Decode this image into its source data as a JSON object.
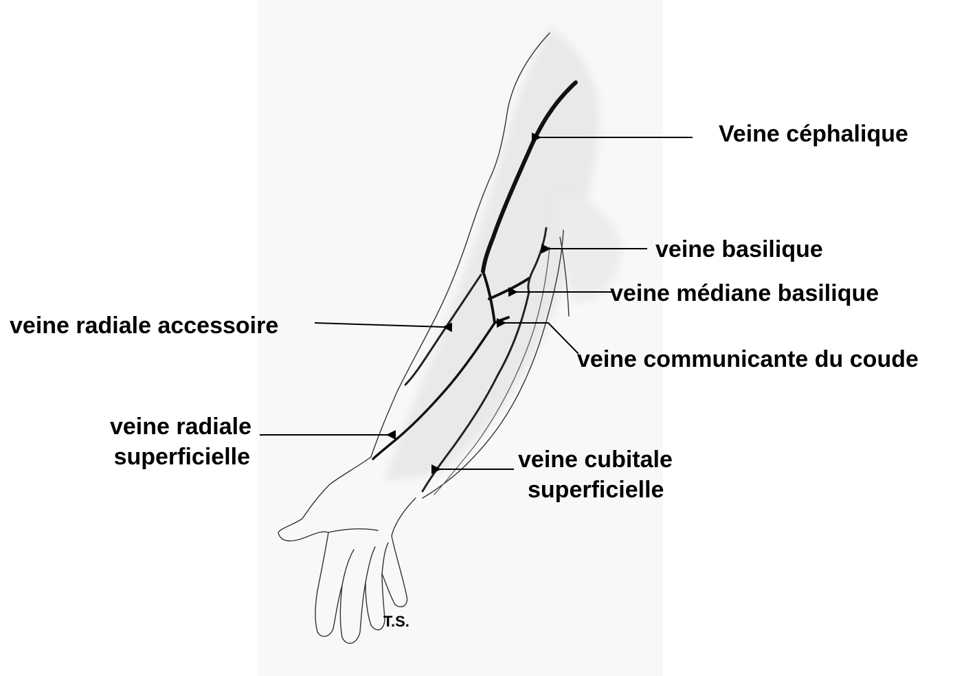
{
  "colors": {
    "background": "#ffffff",
    "text": "#000000",
    "vein": "#111111",
    "skin_shade": "#e6e6e6",
    "paper": "#f7f7f7"
  },
  "labels": {
    "cephalique": "Veine céphalique",
    "basilique": "veine basilique",
    "mediane_basilique": "veine médiane basilique",
    "radiale_accessoire": "veine radiale accessoire",
    "communicante": "veine communicante du coude",
    "radiale_superficielle_1": "veine radiale",
    "radiale_superficielle_2": "superficielle",
    "cubitale_superficielle_1": "veine cubitale",
    "cubitale_superficielle_2": "superficielle",
    "signature": "T.S."
  }
}
